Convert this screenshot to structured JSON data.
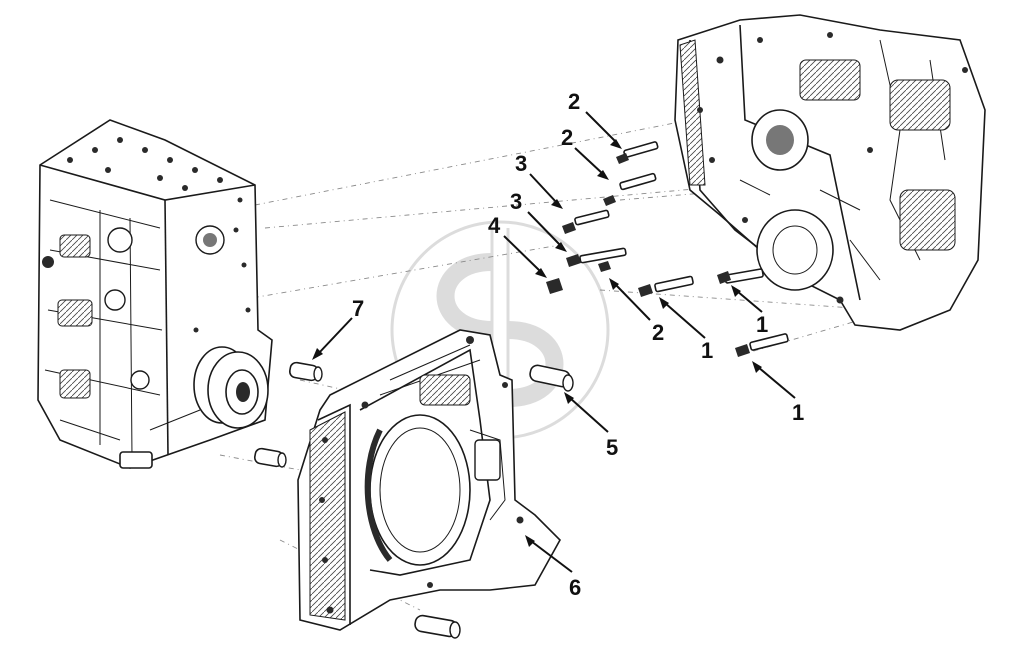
{
  "diagram": {
    "type": "exploded-parts-view",
    "colors": {
      "ink": "#111111",
      "watermark": "#c8c8c8",
      "background": "#ffffff"
    },
    "callouts": [
      {
        "id": "callout-1a",
        "label": "1"
      },
      {
        "id": "callout-1b",
        "label": "1"
      },
      {
        "id": "callout-1c",
        "label": "1"
      },
      {
        "id": "callout-2a",
        "label": "2"
      },
      {
        "id": "callout-2b",
        "label": "2"
      },
      {
        "id": "callout-2c",
        "label": "2"
      },
      {
        "id": "callout-3a",
        "label": "3"
      },
      {
        "id": "callout-3b",
        "label": "3"
      },
      {
        "id": "callout-4",
        "label": "4"
      },
      {
        "id": "callout-5",
        "label": "5"
      },
      {
        "id": "callout-6",
        "label": "6"
      },
      {
        "id": "callout-7",
        "label": "7"
      }
    ]
  }
}
